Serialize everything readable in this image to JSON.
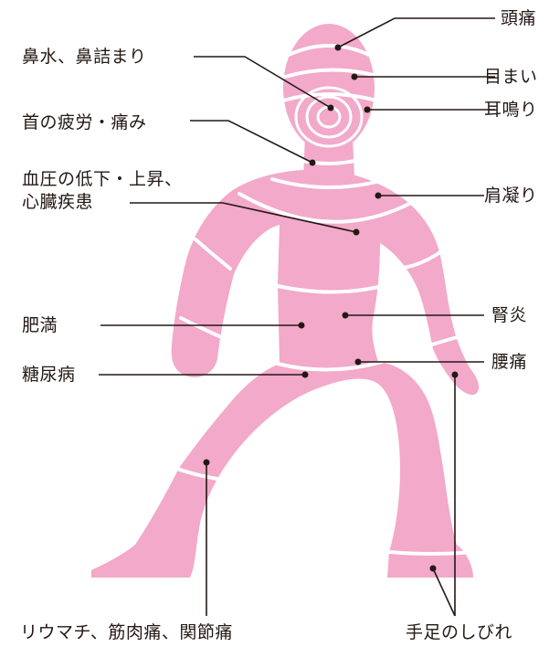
{
  "diagram": {
    "colors": {
      "body": "#f3a9c9",
      "band": "#ffffff",
      "line": "#231815",
      "text": "#231815"
    },
    "labels": {
      "headache": "頭痛",
      "nose": "鼻水、鼻詰まり",
      "dizziness": "目まい",
      "tinnitus": "耳鳴り",
      "neck": "首の疲労・痛み",
      "blood_pressure": "血圧の低下・上昇、\n心臓疾患",
      "shoulder": "肩凝り",
      "obesity": "肥満",
      "kidney": "腎炎",
      "back_pain": "腰痛",
      "diabetes": "糖尿病",
      "rheumatism": "リウマチ、筋肉痛、関節痛",
      "numbness": "手足のしびれ"
    }
  }
}
